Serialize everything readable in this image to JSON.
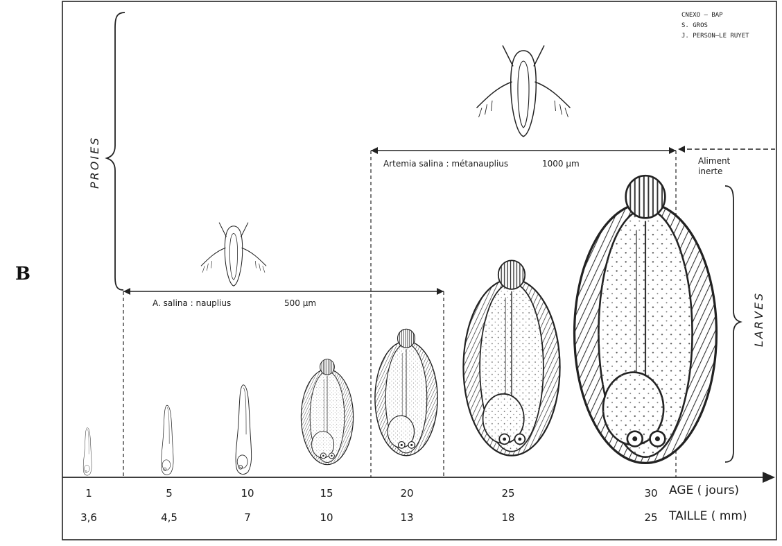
{
  "panel_letter": "B",
  "credits": [
    "CNEXO — BAP",
    "S. GROS",
    "J. PERSON—LE RUYET"
  ],
  "brace_labels": {
    "prey": "PROIES",
    "larvae": "LARVES"
  },
  "food_phases": [
    {
      "label": "A. salina : nauplius",
      "size": "500 µm"
    },
    {
      "label": "Artemia salina : métanauplius",
      "size": "1000 µm"
    },
    {
      "label": "Aliment inerte"
    }
  ],
  "axis": {
    "age_label": "AGE ( jours)",
    "size_label": "TAILLE ( mm)",
    "ages": [
      "1",
      "5",
      "10",
      "15",
      "20",
      "25",
      "30"
    ],
    "sizes": [
      "3,6",
      "4,5",
      "7",
      "10",
      "13",
      "18",
      "25"
    ]
  },
  "icons": [
    "nauplius-illustration",
    "metanauplius-illustration",
    "larva-illustration"
  ]
}
